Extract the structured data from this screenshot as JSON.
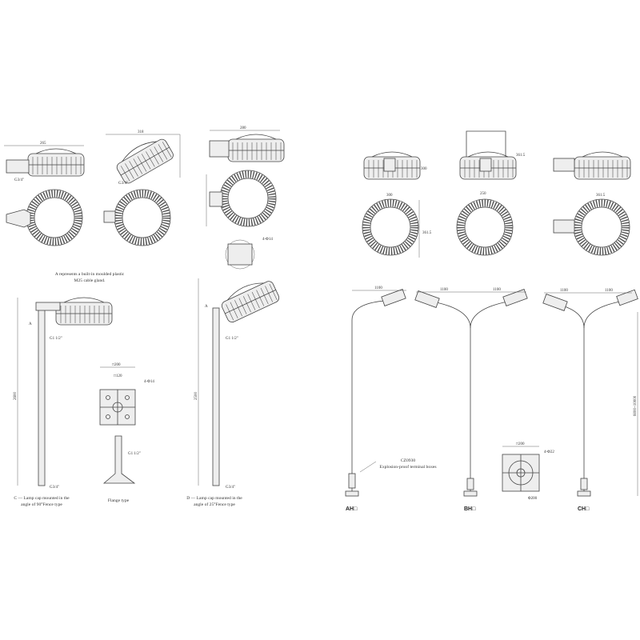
{
  "notes": {
    "cable_gland_line1": "A represents a built-in moulded plastic",
    "cable_gland_line2": "M25 cable gland.",
    "terminal_box_code": "CZ0930",
    "terminal_box_desc": "Explosion-proof terminal boxes"
  },
  "captions": {
    "c_line1": "C — Lamp cap mounted in the",
    "c_line2": "angle of 90°Fence type",
    "flange": "Flange type",
    "d_line1": "D — Lamp cap mounted in the",
    "d_line2": "angle of 25°Fence type"
  },
  "pole_labels": {
    "ah": "AH□",
    "bh": "BH□",
    "ch": "CH□"
  },
  "dimensions": {
    "d265": "265",
    "d318": "318",
    "d280": "280",
    "d361": "361.5",
    "d300": "300",
    "d250": "250",
    "g34": "G3/4\"",
    "g112": "G1 1/2\"",
    "sq200": "□200",
    "sq120": "□120",
    "holes14": "4-Φ14",
    "holes22": "4-Φ22",
    "phi200": "Φ200",
    "h2600": "2600",
    "h2500": "2500",
    "arm1100": "1100",
    "height": "6000~10000",
    "a": "A"
  }
}
